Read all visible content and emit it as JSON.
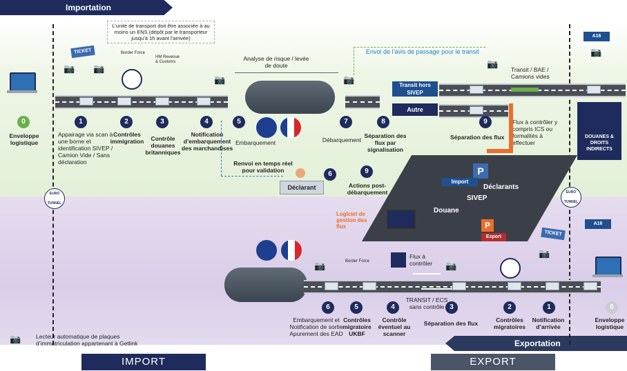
{
  "headers": {
    "importation": "Importation",
    "exportation": "Exportation",
    "import_box": "IMPORT",
    "export_box": "EXPORT"
  },
  "notes": {
    "ens_note": "L’unité de transport doit être associée à au moins un ENS (dépôt par le transporteur jusqu’à 1h avant l’arrivée)",
    "avis_transit": "Envoi de l’avis de passage pour le transit",
    "analyse": "Analyse de risque / levée de doute",
    "transit_bae": "Transit / BAE / Camions vides",
    "flux_controler": "Flux à contrôler y compris ICS ou formalités à effectuer",
    "renvoi": "Renvoi en temps réel pour validation",
    "declarant": "Déclarant",
    "logiciel": "Logiciel de gestion des flux",
    "flux_a_controler": "Flux à contrôler",
    "transit_ecs": "TRANSIT / ECS sans contrôle",
    "legend": "Lecteur automatique de plaques d’immatriculation appartenant à Getlink"
  },
  "lanes": {
    "transit_hors_sivep": "Transit hors SIVEP",
    "autre": "Autre"
  },
  "parking": {
    "import": "Import",
    "declarants": "Déclarants",
    "sivep": "SIVEP",
    "douane": "Douane",
    "export": "Export",
    "p": "P"
  },
  "logos": {
    "ticket": "TICKET",
    "border_force": "Border Force",
    "hmrc": "HM Revenue & Customs",
    "eurotunnel": "EURO TUNNEL",
    "a16": "A16",
    "douanes": "DOUANES & DROITS INDIRECTS"
  },
  "import_steps": [
    {
      "num": "0",
      "label": "Enveloppe logistique"
    },
    {
      "num": "1",
      "label": "Appairage via scan à une borne et identification SIVEP / Camion Vide / Sans déclaration"
    },
    {
      "num": "2",
      "label": "Contrôles immigration"
    },
    {
      "num": "3",
      "label": "Contrôle douanes britanniques"
    },
    {
      "num": "4",
      "label": "Notification d’embarquement des marchandises"
    },
    {
      "num": "5",
      "label": "Embarquement"
    },
    {
      "num": "6",
      "label": ""
    },
    {
      "num": "7",
      "label": "Débarquement"
    },
    {
      "num": "8",
      "label": "Séparation des flux par signalisation"
    },
    {
      "num": "9",
      "label": "Séparation des flux"
    },
    {
      "num": "9",
      "label": "Actions post-débarquement"
    }
  ],
  "export_steps": [
    {
      "num": "0",
      "label": "Enveloppe logistique"
    },
    {
      "num": "1",
      "label": "Notification d’arrivée"
    },
    {
      "num": "2",
      "label": "Contrôles migratoires"
    },
    {
      "num": "3",
      "label": "Séparation des flux"
    },
    {
      "num": "4",
      "label": "Contrôle éventuel au scanner"
    },
    {
      "num": "5",
      "label": "Contrôles migratoire UKBF"
    },
    {
      "num": "6",
      "label": "Embarquement et Notification de sortie Apurement des EAD"
    }
  ],
  "colors": {
    "navy": "#1e2b5c",
    "green": "#6ab04c",
    "orange": "#e8702a",
    "road": "#4a4f57",
    "top_band": "#e3f0d8",
    "bottom_band": "#d9cde8"
  }
}
